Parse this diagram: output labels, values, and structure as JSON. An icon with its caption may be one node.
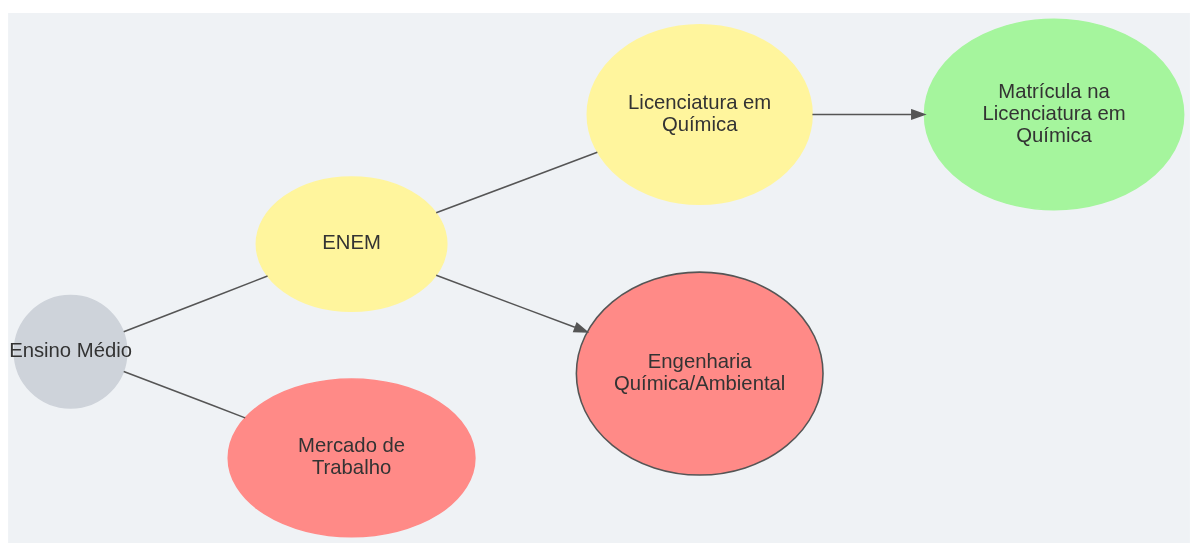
{
  "diagram": {
    "nodes": [
      {
        "text": [
          "Ensino Médio"
        ]
      },
      {
        "text": [
          "ENEM"
        ]
      },
      {
        "text": [
          "Licenciatura em Química"
        ]
      },
      {
        "text": [
          "Matrícula na Licenciatura em Química"
        ]
      },
      {
        "text": [
          "Engenharia Química/Ambiental"
        ]
      },
      {
        "text": [
          "Mercado de Trabalho"
        ]
      }
    ],
    "edges": [
      {
        "from": 0,
        "to": 1,
        "arrow": "none"
      },
      {
        "from": 0,
        "to": 5,
        "arrow": "none"
      },
      {
        "from": 1,
        "to": 2,
        "arrow": "none"
      },
      {
        "from": 2,
        "to": 3,
        "arrow": "to"
      },
      {
        "from": 1,
        "to": 4,
        "arrow": "to"
      }
    ]
  }
}
